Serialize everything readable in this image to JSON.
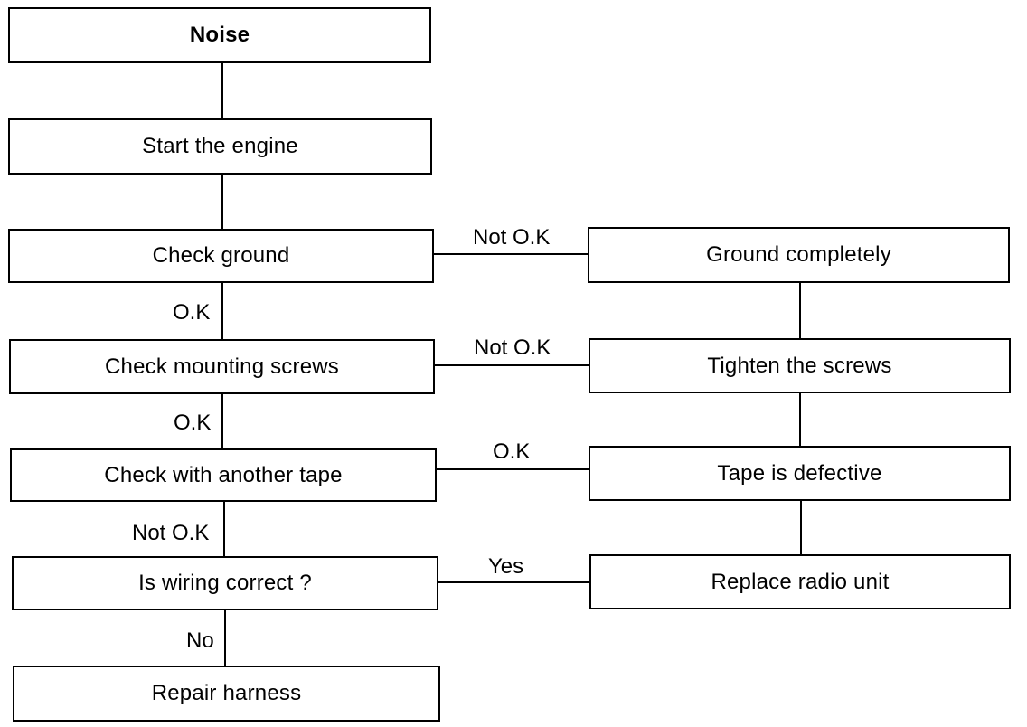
{
  "diagram": {
    "nodes": {
      "noise": "Noise",
      "start_engine": "Start the engine",
      "check_ground": "Check ground",
      "ground_completely": "Ground completely",
      "check_screws": "Check mounting screws",
      "tighten_screws": "Tighten the screws",
      "check_tape": "Check with another tape",
      "tape_defective": "Tape is defective",
      "wiring_correct": "Is wiring correct ?",
      "replace_radio": "Replace radio unit",
      "repair_harness": "Repair harness"
    },
    "edges": {
      "ground_not_ok": "Not O.K",
      "ground_ok": "O.K",
      "screws_not_ok": "Not O.K",
      "screws_ok": "O.K",
      "tape_ok": "O.K",
      "tape_not_ok": "Not O.K",
      "wiring_yes": "Yes",
      "wiring_no": "No"
    }
  }
}
